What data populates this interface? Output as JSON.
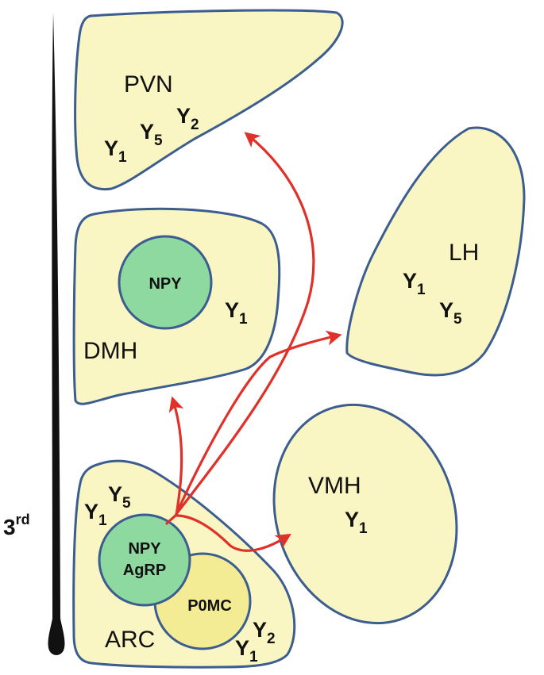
{
  "diagram": {
    "ventricle": {
      "label": "3",
      "superscript": "rd"
    },
    "regions": {
      "pvn": {
        "label": "PVN",
        "receptors": [
          [
            "Y",
            "1"
          ],
          [
            "Y",
            "5"
          ],
          [
            "Y",
            "2"
          ]
        ]
      },
      "dmh": {
        "label": "DMH",
        "receptors": [
          [
            "Y",
            "1"
          ]
        ],
        "cell": "NPY"
      },
      "lh": {
        "label": "LH",
        "receptors": [
          [
            "Y",
            "1"
          ],
          [
            "Y",
            "5"
          ]
        ]
      },
      "vmh": {
        "label": "VMH",
        "receptors": [
          [
            "Y",
            "1"
          ]
        ]
      },
      "arc": {
        "label": "ARC",
        "receptors_top": [
          [
            "Y",
            "1"
          ],
          [
            "Y",
            "5"
          ]
        ],
        "receptors_bottom": [
          [
            "Y",
            "1"
          ],
          [
            "Y",
            "2"
          ]
        ],
        "cell_npy": [
          "NPY",
          "AgRP"
        ],
        "cell_pomc": "P0MC"
      }
    },
    "colors": {
      "region_fill": "#faf6c4",
      "region_stroke": "#3c5d8f",
      "npy_cell_fill": "#8ed9a0",
      "pomc_cell_fill": "#f3ec95",
      "projection_arrow": "#e0302a",
      "ventricle": "#111111"
    }
  }
}
